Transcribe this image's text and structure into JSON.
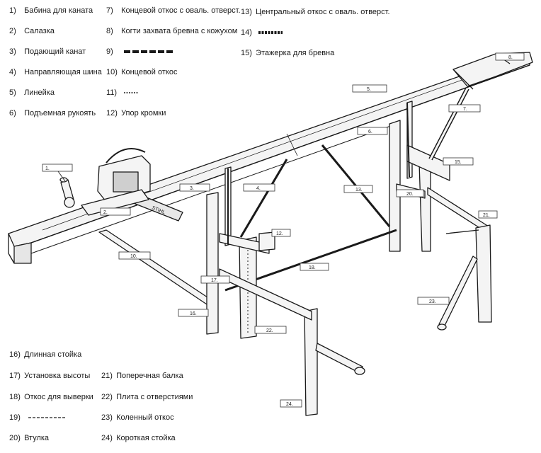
{
  "legend": [
    {
      "num": "1)",
      "text": "Бабина для каната"
    },
    {
      "num": "2)",
      "text": "Салазка"
    },
    {
      "num": "3)",
      "text": "Подающий канат"
    },
    {
      "num": "4)",
      "text": "Направляющая шина"
    },
    {
      "num": "5)",
      "text": "Линейка"
    },
    {
      "num": "6)",
      "text": "Подъемная рукоять"
    },
    {
      "num": "7)",
      "text": "Концевой откос с оваль. отверст."
    },
    {
      "num": "8)",
      "text": "Когти захвата бревна с кожухом"
    },
    {
      "num": "9)",
      "text": ""
    },
    {
      "num": "10)",
      "text": "Концевой откос"
    },
    {
      "num": "11)",
      "text": ""
    },
    {
      "num": "12)",
      "text": "Упор кромки"
    },
    {
      "num": "13)",
      "text": "Центральный откос с оваль. отверст."
    },
    {
      "num": "14)",
      "text": ""
    },
    {
      "num": "15)",
      "text": "Этажерка для  бревна"
    },
    {
      "num": "16)",
      "text": "Длинная стойка"
    },
    {
      "num": "17)",
      "text": "Установка высоты"
    },
    {
      "num": "18)",
      "text": "Откос для выверки"
    },
    {
      "num": "19)",
      "text": ""
    },
    {
      "num": "20)",
      "text": "Втулка"
    },
    {
      "num": "21)",
      "text": "Поперечная балка"
    },
    {
      "num": "22)",
      "text": "Плита с отверстиями"
    },
    {
      "num": "23)",
      "text": "Коленный откос"
    },
    {
      "num": "24)",
      "text": "Короткая стойка"
    }
  ],
  "saw_brand": "STIHL",
  "callouts": [
    "1.",
    "2.",
    "3.",
    "4.",
    "5.",
    "6.",
    "7.",
    "8.",
    "10.",
    "12.",
    "13.",
    "15.",
    "16.",
    "17.",
    "18.",
    "20.",
    "21.",
    "22.",
    "23.",
    "24."
  ],
  "colors": {
    "ink": "#1a1a1a",
    "frame_fill": "#f4f4f4"
  }
}
